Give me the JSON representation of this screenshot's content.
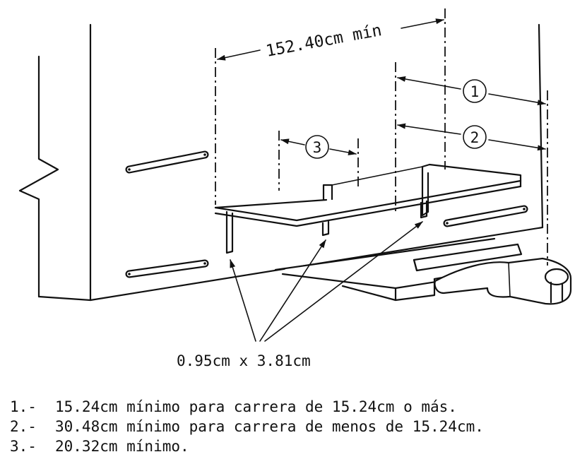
{
  "diagram": {
    "dimension_label": "152.40cm mín",
    "callout_1": "1",
    "callout_2": "2",
    "callout_3": "3",
    "bar_size_label": "0.95cm x 3.81cm"
  },
  "notes": [
    {
      "number": "1.-",
      "text": "15.24cm mínimo para carrera de 15.24cm o más."
    },
    {
      "number": "2.-",
      "text": "30.48cm mínimo para carrera de menos de 15.24cm."
    },
    {
      "number": "3.-",
      "text": "20.32cm mínimo."
    }
  ]
}
